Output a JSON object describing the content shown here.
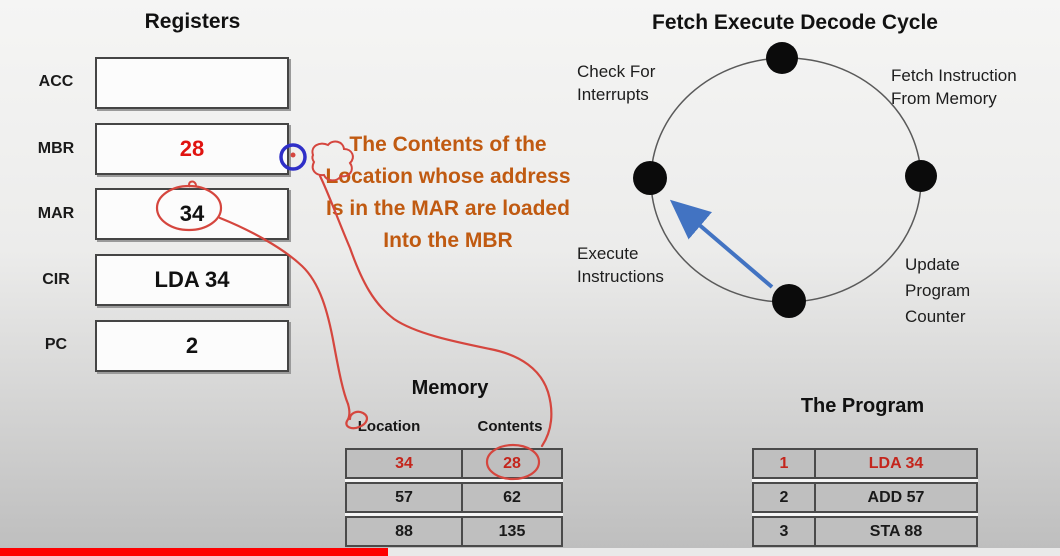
{
  "registers": {
    "title": "Registers",
    "items": [
      {
        "label": "ACC",
        "value": ""
      },
      {
        "label": "MBR",
        "value": "28"
      },
      {
        "label": "MAR",
        "value": "34"
      },
      {
        "label": "CIR",
        "value": "LDA 34"
      },
      {
        "label": "PC",
        "value": "2"
      }
    ]
  },
  "note": {
    "lines": [
      "The Contents of the",
      "Location whose address",
      "Is in the MAR are loaded",
      "Into the MBR"
    ]
  },
  "cycle": {
    "title": "Fetch Execute Decode Cycle",
    "stages": [
      {
        "name": "check-for-interrupts",
        "lines": [
          "Check For",
          "Interrupts"
        ]
      },
      {
        "name": "fetch-instruction-from-memory",
        "lines": [
          "Fetch Instruction",
          "From Memory"
        ]
      },
      {
        "name": "update-program-counter",
        "lines": [
          "Update",
          "Program",
          "Counter"
        ]
      },
      {
        "name": "execute-instructions",
        "lines": [
          "Execute",
          "Instructions"
        ]
      }
    ]
  },
  "memory": {
    "title": "Memory",
    "columns": [
      "Location",
      "Contents"
    ],
    "rows": [
      {
        "location": "34",
        "contents": "28"
      },
      {
        "location": "57",
        "contents": "62"
      },
      {
        "location": "88",
        "contents": "135"
      }
    ]
  },
  "program": {
    "title": "The Program",
    "rows": [
      {
        "line": "1",
        "instruction": "LDA 34"
      },
      {
        "line": "2",
        "instruction": "ADD 57"
      },
      {
        "line": "3",
        "instruction": "STA 88"
      }
    ]
  },
  "player": {
    "progress_percent": 36.6
  },
  "colors": {
    "background_top": "#f5f5f4",
    "background_bottom": "#bdbdbd",
    "note_orange": "#c05a11",
    "value_red": "#e01310",
    "table_red": "#c4251c",
    "pen_red": "#d5463e",
    "pen_blue": "#2f2fc8",
    "arrow_blue": "#4273c2",
    "cell_bg": "#bfbfbf",
    "cell_border": "#4a4a4a",
    "progress_red": "#fe0000",
    "progress_track": "#e9e9e9"
  }
}
